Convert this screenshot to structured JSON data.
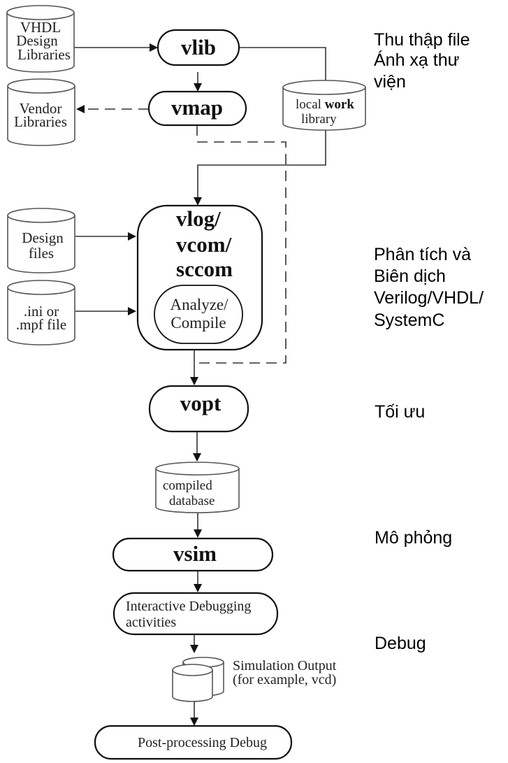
{
  "diagram": {
    "title": "ModelSim / Questa simulation flow",
    "nodes": {
      "vhdl_libs": [
        "VHDL",
        "Design",
        "Libraries"
      ],
      "vendor_libs": [
        "Vendor",
        "Libraries"
      ],
      "vlib": "vlib",
      "vmap": "vmap",
      "local_work": {
        "prefix": "local ",
        "bold": "work",
        "line2": "library"
      },
      "design_files": [
        "Design",
        "files"
      ],
      "ini_file": [
        ".ini or",
        ".mpf file"
      ],
      "compile_tools": [
        "vlog/",
        "vcom/",
        "sccom"
      ],
      "analyze": [
        "Analyze/",
        "Compile"
      ],
      "vopt": "vopt",
      "compiled_db": [
        "compiled",
        "database"
      ],
      "vsim": "vsim",
      "interactive": [
        "Interactive Debugging",
        "activities"
      ],
      "sim_output": [
        "Simulation Output",
        "(for example, vcd)"
      ],
      "post_debug": "Post-processing Debug"
    },
    "stages": {
      "collect": [
        "Thu thập file",
        "Ánh xạ thư",
        "viện"
      ],
      "compile": [
        "Phân tích và",
        "Biên dịch",
        "Verilog/VHDL/",
        "SystemC"
      ],
      "optimize": "Tối ưu",
      "simulate": "Mô phỏng",
      "debug": "Debug"
    },
    "colors": {
      "stroke": "#111111",
      "cylinder_stroke": "#555555",
      "background": "#ffffff"
    }
  }
}
